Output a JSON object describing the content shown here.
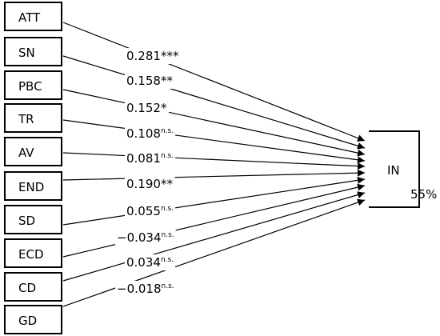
{
  "predictors": [
    {
      "label": "ATT",
      "coef": "0.281",
      "sig": "***"
    },
    {
      "label": "SN",
      "coef": "0.158",
      "sig": "**"
    },
    {
      "label": "PBC",
      "coef": "0.152",
      "sig": "*"
    },
    {
      "label": "TR",
      "coef": "0.108",
      "sig": "n.s."
    },
    {
      "label": "AV",
      "coef": "0.081",
      "sig": "n.s."
    },
    {
      "label": "END",
      "coef": "0.190",
      "sig": "**"
    },
    {
      "label": "SD",
      "coef": "0.055",
      "sig": "n.s."
    },
    {
      "label": "ECD",
      "coef": "−0.034",
      "sig": "n.s."
    },
    {
      "label": "CD",
      "coef": "0.034",
      "sig": "n.s."
    },
    {
      "label": "GD",
      "coef": "−0.018",
      "sig": "n.s."
    }
  ],
  "target": {
    "label": "IN",
    "r_squared": "55%"
  },
  "colors": {
    "line": "#000000",
    "background": "#ffffff"
  }
}
